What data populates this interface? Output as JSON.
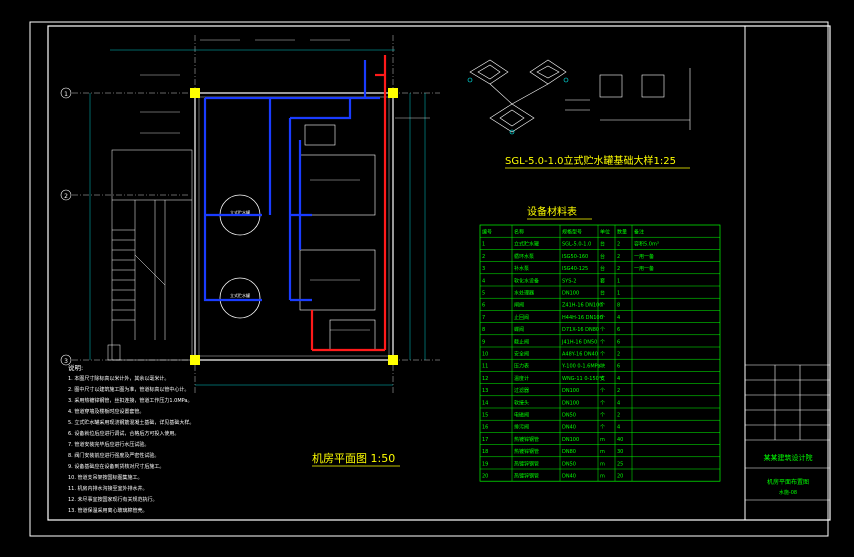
{
  "plan_title": "机房平面图 1:50",
  "foundation_title": "SGL-5.0-1.0立式贮水罐基础大样1:25",
  "table_title": "设备材料表",
  "notes_header": "说明:",
  "notes": [
    "1. 本图尺寸除标高以米计外，其余以毫米计。",
    "2. 图中尺寸以建筑施工图为准，管道标高以管中心计。",
    "3. 采用热镀锌钢管，丝扣连接，管道工作压力1.0MPa。",
    "4. 管道穿墙及楼板时应设置套管。",
    "5. 立式贮水罐采用现浇钢筋混凝土基础，详见基础大样。",
    "6. 设备就位后应进行调试，合格后方可投入使用。",
    "7. 管道安装完毕后应进行水压试验。",
    "8. 阀门安装前应进行强度及严密性试验。",
    "9. 设备基础应在设备到货核对尺寸后施工。",
    "10. 管道支吊架按国标图集施工。",
    "11. 机房内排水沟接至室外排水井。",
    "12. 未尽事宜按国家现行有关规范执行。",
    "13. 管道保温采用离心玻璃棉管壳。"
  ],
  "axis_labels": [
    "1",
    "2",
    "3"
  ],
  "tank_labels": [
    "立式贮水罐",
    "立式贮水罐"
  ],
  "title_block": {
    "company": "某某建筑设计院",
    "drawing": "机房平面布置图",
    "number": "水施-08"
  },
  "table": {
    "headers": [
      "编号",
      "名称",
      "规格型号",
      "单位",
      "数量",
      "备注"
    ],
    "rows": [
      [
        "1",
        "立式贮水罐",
        "SGL-5.0-1.0",
        "台",
        "2",
        "容积5.0m³"
      ],
      [
        "2",
        "循环水泵",
        "ISG50-160",
        "台",
        "2",
        "一用一备"
      ],
      [
        "3",
        "补水泵",
        "ISG40-125",
        "台",
        "2",
        "一用一备"
      ],
      [
        "4",
        "软化水设备",
        "SYS-2",
        "套",
        "1",
        ""
      ],
      [
        "5",
        "水处理器",
        "DN100",
        "台",
        "1",
        ""
      ],
      [
        "6",
        "闸阀",
        "Z41H-16 DN100",
        "个",
        "8",
        ""
      ],
      [
        "7",
        "止回阀",
        "H44H-16 DN100",
        "个",
        "4",
        ""
      ],
      [
        "8",
        "蝶阀",
        "D71X-16 DN80",
        "个",
        "6",
        ""
      ],
      [
        "9",
        "截止阀",
        "J41H-16 DN50",
        "个",
        "6",
        ""
      ],
      [
        "10",
        "安全阀",
        "A48Y-16 DN40",
        "个",
        "2",
        ""
      ],
      [
        "11",
        "压力表",
        "Y-100 0-1.6MPa",
        "块",
        "6",
        ""
      ],
      [
        "12",
        "温度计",
        "WNG-11 0-150℃",
        "支",
        "4",
        ""
      ],
      [
        "13",
        "过滤器",
        "DN100",
        "个",
        "2",
        ""
      ],
      [
        "14",
        "软接头",
        "DN100",
        "个",
        "4",
        ""
      ],
      [
        "15",
        "电磁阀",
        "DN50",
        "个",
        "2",
        ""
      ],
      [
        "16",
        "排污阀",
        "DN40",
        "个",
        "4",
        ""
      ],
      [
        "17",
        "热镀锌钢管",
        "DN100",
        "m",
        "40",
        ""
      ],
      [
        "18",
        "热镀锌钢管",
        "DN80",
        "m",
        "30",
        ""
      ],
      [
        "19",
        "热镀锌钢管",
        "DN50",
        "m",
        "25",
        ""
      ],
      [
        "20",
        "热镀锌钢管",
        "DN40",
        "m",
        "20",
        ""
      ]
    ]
  },
  "colors": {
    "background": "#000000",
    "line": "#ffffff",
    "title": "#ffff00",
    "table": "#00ff00",
    "pipe_blue": "#1a3cff",
    "pipe_red": "#ff1a1a",
    "column": "#ffff00",
    "dim": "#00ffff"
  }
}
